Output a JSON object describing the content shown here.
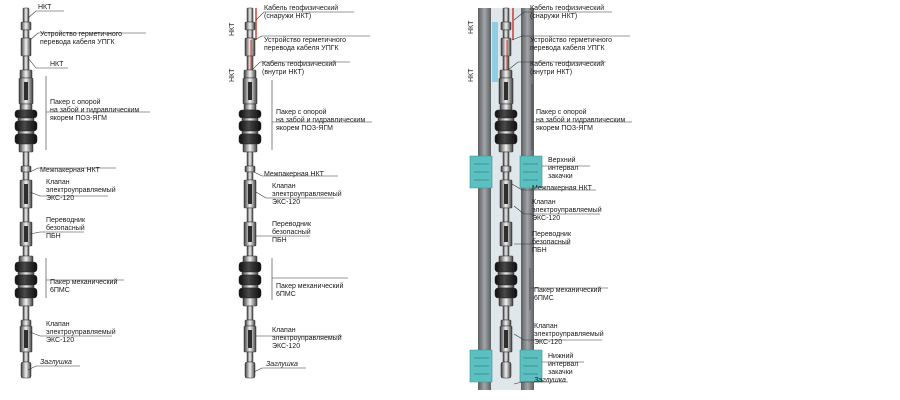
{
  "colors": {
    "steel_dark": "#3c3c3c",
    "steel_mid": "#9a9a9a",
    "steel_light": "#f2f2f2",
    "rubber": "#1e1e1e",
    "casing_gray": "#7d8082",
    "well_fluid": "#dfe7ea",
    "cable_red": "#c8332b",
    "injection_teal": "#5cbfc0",
    "leader_line": "#333333"
  },
  "assembly1": {
    "labels": {
      "nkt_top": "НКТ",
      "upgk_line1": "Устройство герметичного",
      "upgk_line2": "перевода кабеля УПГК",
      "nkt_mid": "НКТ",
      "packer_upper_line1": "Пакер с опорой",
      "packer_upper_line2": "на забой и гидравлическим",
      "packer_upper_line3": "якорем ПОЗ-ЯГМ",
      "inter_nkt": "Межпакерная НКТ",
      "valve1_line1": "Клапан",
      "valve1_line2": "электроуправляемый",
      "valve1_line3": "ЭКС-120",
      "sub_line1": "Переводник",
      "sub_line2": "безопасный",
      "sub_line3": "ПБН",
      "packer_lower_line1": "Пакер механический",
      "packer_lower_line2": "6ПМС",
      "valve2_line1": "Клапан",
      "valve2_line2": "электроуправляемый",
      "valve2_line3": "ЭКС-120",
      "plug": "Заглушка"
    }
  },
  "assembly2": {
    "labels": {
      "side_nkt_top": "НКТ",
      "side_nkt_mid": "НКТ",
      "cable_out_line1": "Кабель геофизический",
      "cable_out_line2": "(снаружи НКТ)",
      "upgk_line1": "Устройство герметичного",
      "upgk_line2": "перевода кабеля УПГК",
      "cable_in_line1": "Кабель геофизический",
      "cable_in_line2": "(внутри НКТ)",
      "packer_upper_line1": "Пакер с опорой",
      "packer_upper_line2": "на забой и гидравлическим",
      "packer_upper_line3": "якорем ПОЗ-ЯГМ",
      "inter_nkt": "Межпакерная НКТ",
      "valve1_line1": "Клапан",
      "valve1_line2": "электроуправляемый",
      "valve1_line3": "ЭКС-120",
      "sub_line1": "Переводник",
      "sub_line2": "безопасный",
      "sub_line3": "ПБН",
      "packer_lower_line1": "Пакер механический",
      "packer_lower_line2": "6ПМС",
      "valve2_line1": "Клапан",
      "valve2_line2": "электроуправляемый",
      "valve2_line3": "ЭКС-120",
      "plug": "Заглушка"
    }
  },
  "assembly3": {
    "labels": {
      "side_nkt_top": "НКТ",
      "side_nkt_mid": "НКТ",
      "cable_out_line1": "Кабель геофизический",
      "cable_out_line2": "(снаружи НКТ)",
      "upgk_line1": "Устройство герметичного",
      "upgk_line2": "перевода кабеля УПГК",
      "cable_in_line1": "Кабель геофизический",
      "cable_in_line2": "(внутри НКТ)",
      "packer_upper_line1": "Пакер с опорой",
      "packer_upper_line2": "на забой и гидравлическим",
      "packer_upper_line3": "якорем ПОЗ-ЯГМ",
      "upper_zone_line1": "Верхний",
      "upper_zone_line2": "интервал",
      "upper_zone_line3": "закачки",
      "inter_nkt": "Межпакерная НКТ",
      "valve1_line1": "Клапан",
      "valve1_line2": "электроуправляемый",
      "valve1_line3": "ЭКС-120",
      "sub_line1": "Переводник",
      "sub_line2": "безопасный",
      "sub_line3": "ПБН",
      "packer_lower_line1": "Пакер механический",
      "packer_lower_line2": "6ПМС",
      "valve2_line1": "Клапан",
      "valve2_line2": "электроуправляемый",
      "valve2_line3": "ЭКС-120",
      "lower_zone_line1": "Нижний",
      "lower_zone_line2": "интервал",
      "lower_zone_line3": "закачки",
      "plug": "Заглушка"
    }
  }
}
